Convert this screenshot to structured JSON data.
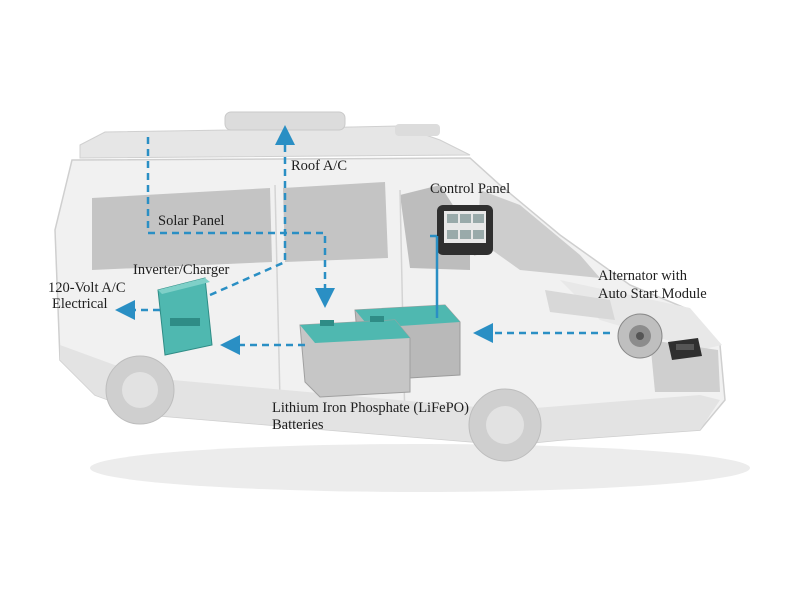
{
  "labels": {
    "roof_ac": "Roof A/C",
    "control_panel": "Control Panel",
    "solar_panel": "Solar Panel",
    "inverter_charger": "Inverter/Charger",
    "ac_electrical_line1": "120-Volt A/C",
    "ac_electrical_line2": "Electrical",
    "alternator_line1": "Alternator with",
    "alternator_line2": "Auto Start Module",
    "batteries_line1": "Lithium Iron Phosphate (LiFePO)",
    "batteries_line2": "Batteries"
  },
  "colors": {
    "flow_arrow": "#2a8fc4",
    "component_teal": "#4fb8b0",
    "van_body": "#f2f2f2",
    "van_glass": "#c2c2c2"
  }
}
